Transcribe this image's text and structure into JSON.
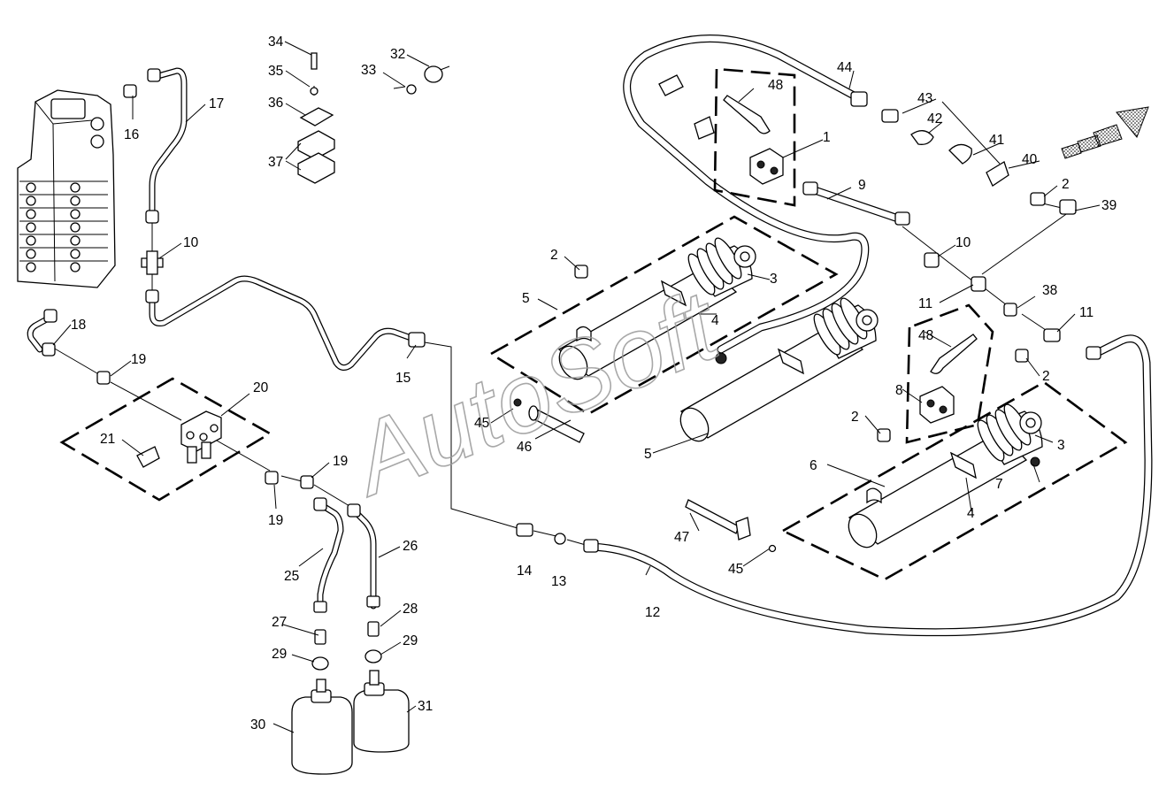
{
  "watermark": "AutoSoft",
  "labels": {
    "p1": "1",
    "p2a": "2",
    "p2b": "2",
    "p2c": "2",
    "p2d": "2",
    "p3a": "3",
    "p3b": "3",
    "p4a": "4",
    "p4b": "4",
    "p5a": "5",
    "p5b": "5",
    "p6": "6",
    "p7": "7",
    "p8": "8",
    "p9": "9",
    "p10a": "10",
    "p10b": "10",
    "p11a": "11",
    "p11b": "11",
    "p12": "12",
    "p13": "13",
    "p14": "14",
    "p15": "15",
    "p16": "16",
    "p17": "17",
    "p18": "18",
    "p19a": "19",
    "p19b": "19",
    "p19c": "19",
    "p20": "20",
    "p21": "21",
    "p25": "25",
    "p26": "26",
    "p27": "27",
    "p28": "28",
    "p29a": "29",
    "p29b": "29",
    "p30": "30",
    "p31": "31",
    "p32": "32",
    "p33": "33",
    "p34": "34",
    "p35": "35",
    "p36": "36",
    "p37": "37",
    "p38": "38",
    "p39": "39",
    "p40": "40",
    "p41": "41",
    "p42": "42",
    "p43": "43",
    "p44": "44",
    "p45a": "45",
    "p45b": "45",
    "p46": "46",
    "p47": "47",
    "p48a": "48",
    "p48b": "48"
  }
}
